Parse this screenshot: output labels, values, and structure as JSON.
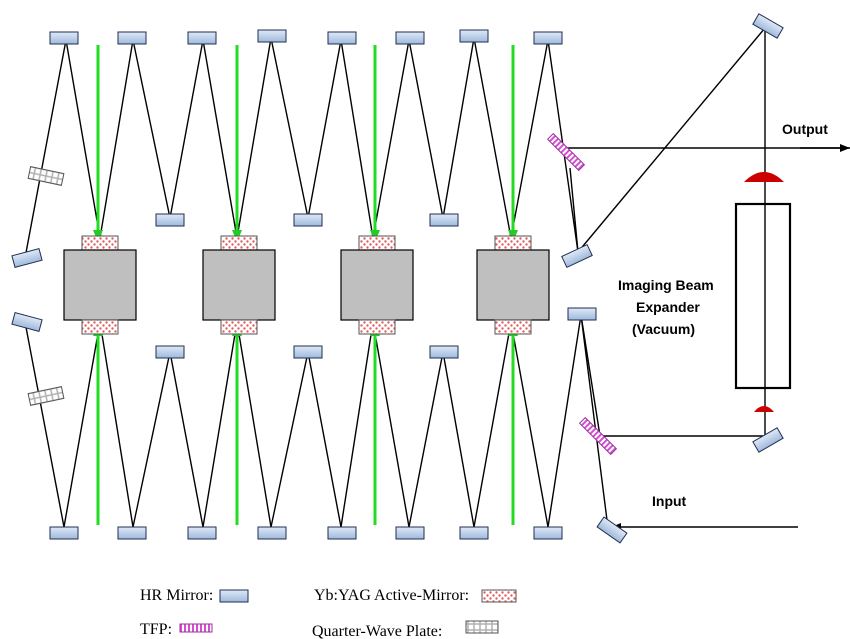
{
  "labels": {
    "output": "Output",
    "input": "Input",
    "expander_line1": "Imaging Beam",
    "expander_line2": "Expander",
    "expander_line3": "(Vacuum)"
  },
  "legend": {
    "hr_mirror": "HR Mirror:",
    "active_mirror": "Yb:YAG Active-Mirror:",
    "tfp": "TFP:",
    "qwp": "Quarter-Wave Plate:"
  },
  "colors": {
    "pump": "#22dd22",
    "mirror_fill": "#bcd2ee",
    "mirror_stroke": "#3a4a6a",
    "crystal": "#bfbfbf",
    "lens": "#cc0000",
    "tfp": "#e070e0"
  }
}
